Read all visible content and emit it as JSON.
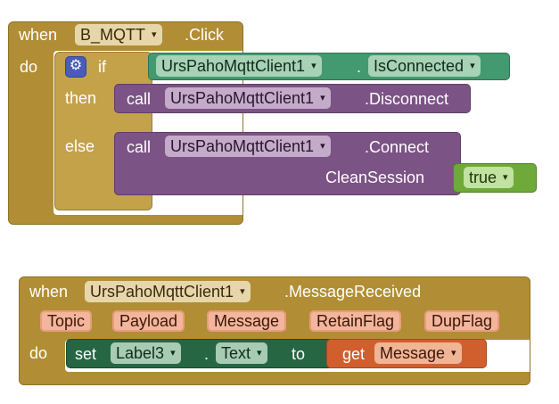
{
  "event1": {
    "when_label": "when",
    "component": "B_MQTT",
    "event_name": ".Click",
    "do_label": "do"
  },
  "if_block": {
    "if_label": "if",
    "then_label": "then",
    "else_label": "else",
    "condition_component": "UrsPahoMqttClient1",
    "condition_dot": ".",
    "condition_property": "IsConnected"
  },
  "call_disconnect": {
    "call_label": "call",
    "component": "UrsPahoMqttClient1",
    "method": ".Disconnect"
  },
  "call_connect": {
    "call_label": "call",
    "component": "UrsPahoMqttClient1",
    "method": ".Connect",
    "param_label": "CleanSession",
    "param_value": "true"
  },
  "event2": {
    "when_label": "when",
    "component": "UrsPahoMqttClient1",
    "event_name": ".MessageReceived",
    "do_label": "do",
    "params": [
      "Topic",
      "Payload",
      "Message",
      "RetainFlag",
      "DupFlag"
    ]
  },
  "set_block": {
    "set_label": "set",
    "component": "Label3",
    "dot": ".",
    "property": "Text",
    "to_label": "to"
  },
  "get_block": {
    "get_label": "get",
    "variable": "Message"
  },
  "icons": {
    "dropdown": "▾",
    "gear": "⚙"
  },
  "colors": {
    "event": "#b18e35",
    "control": "#c4a24a",
    "procedure": "#7c5385",
    "component": "#439970",
    "logic": "#6ea93a",
    "setter": "#266643",
    "getter": "#d05f2d",
    "mutator": "#4a5cb8"
  }
}
